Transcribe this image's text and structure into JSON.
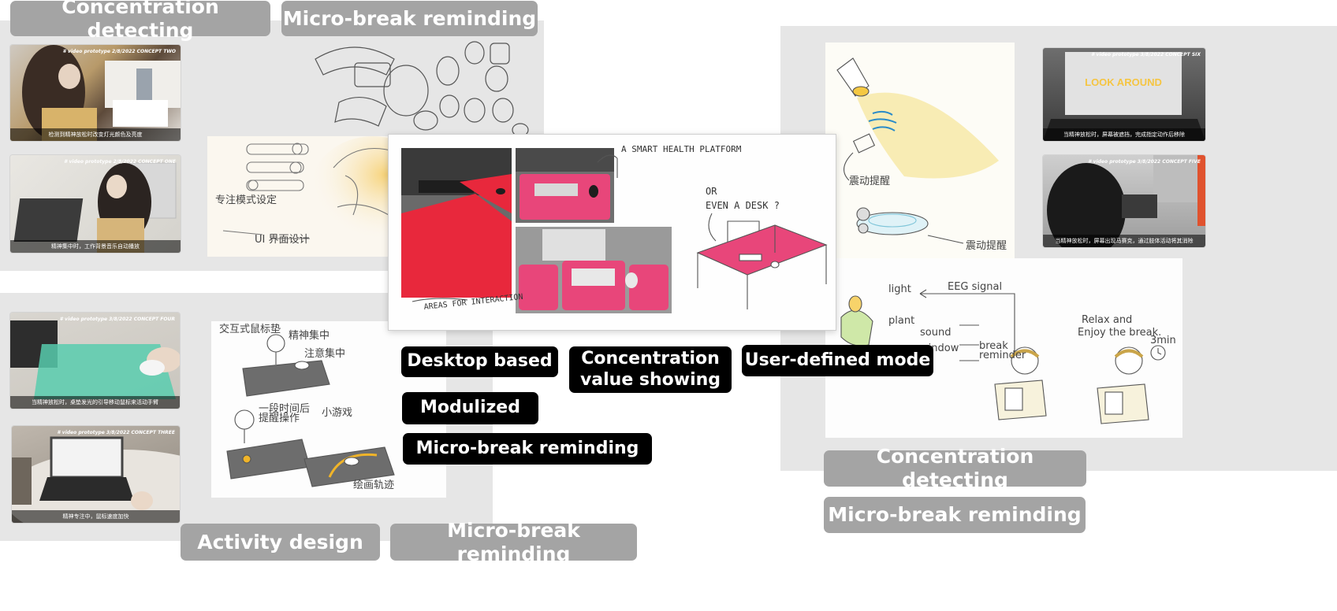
{
  "colors": {
    "panel_gray": "#e6e6e6",
    "label_gray": "#a4a4a4",
    "label_black": "#000000",
    "desk_pink": "#e8467a",
    "pad_red": "#e8283c",
    "lamp_yellow": "#f5d76e"
  },
  "top_left": {
    "label_concentration": "Concentration detecting",
    "label_microbreak": "Micro-break reminding",
    "photo_one": {
      "tag": "# video prototype 2/8/2022 CONCEPT TWO",
      "caption": "检测到精神放松时改变灯光颜色及亮度"
    },
    "photo_two": {
      "tag": "# video prototype 2/8/2022 CONCEPT ONE",
      "caption": "精神集中时，工作背景音乐自动播放"
    },
    "sketch_text": [
      "专注模式设定",
      "UI 界面设计"
    ]
  },
  "bottom_left": {
    "label_activity": "Activity design",
    "label_microbreak": "Micro-break reminding",
    "photo_four": {
      "tag": "# video prototype 3/8/2022 CONCEPT FOUR",
      "caption": "当精神放松时，桌垫发光的引导移动鼠标来活动手臂"
    },
    "photo_three": {
      "tag": "# video prototype 3/8/2022 CONCEPT THREE",
      "caption": "精神专注中，鼠标速度加快"
    },
    "sketch_text": [
      "交互式鼠标垫",
      "精神集中",
      "注意集中",
      "一段时间后",
      "提醒操作",
      "小游戏",
      "绘画轨迹"
    ]
  },
  "center": {
    "sketch_text": {
      "platform": "A SMART HEALTH PLATFORM",
      "areas": "AREAS FOR INTERACTION",
      "or": "OR",
      "desk": "EVEN A DESK ?"
    },
    "labels": {
      "desktop": "Desktop based",
      "concentration_value": [
        "Concentration",
        "value showing"
      ],
      "user_defined": "User-defined mode",
      "modulized": "Modulized",
      "microbreak": "Micro-break reminding"
    }
  },
  "right": {
    "label_concentration": "Concentration detecting",
    "label_microbreak": "Micro-break reminding",
    "photo_five": {
      "tag": "# video prototype 3/8/2022 CONCEPT SIX",
      "screen_text": "LOOK AROUND",
      "caption": "当精神放松时，屏幕被遮挡，完成指定动作后移除"
    },
    "photo_six": {
      "tag": "# video prototype 3/8/2022 CONCEPT FIVE",
      "caption": "当精神放松时，屏幕出现马赛克，通过肢体活动将其消除"
    },
    "sketch_text": {
      "vibrate": "震动提醒",
      "vibrate2": "震动提醒",
      "light": "light",
      "plant": "plant",
      "sound": "sound",
      "window": "window",
      "eeg": "EEG signal",
      "break": "break",
      "reminder": "reminder",
      "relax": "Relax and",
      "enjoy": "Enjoy the break.",
      "timer": "3min"
    }
  }
}
